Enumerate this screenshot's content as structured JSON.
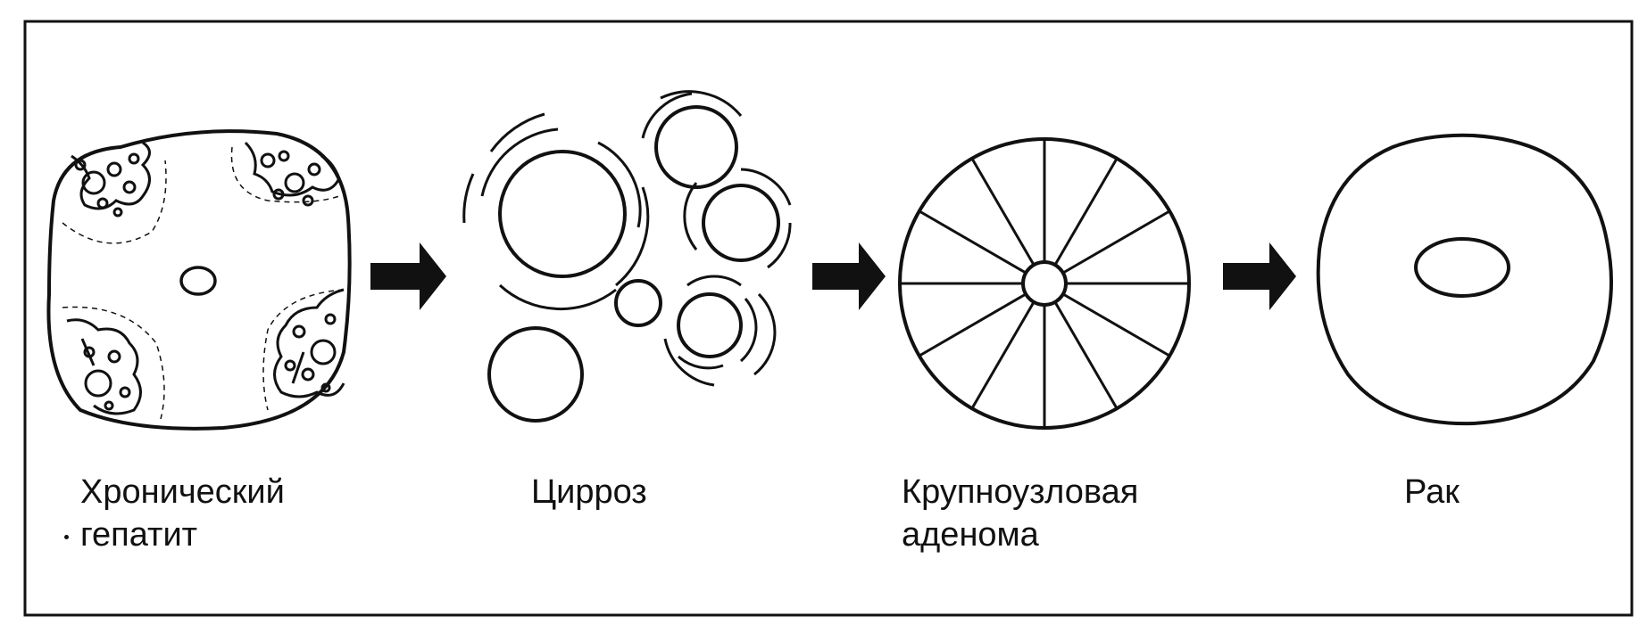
{
  "stages": [
    {
      "id": "hepatitis",
      "label": "Хронический\nгепатит"
    },
    {
      "id": "cirrhosis",
      "label": "Цирроз"
    },
    {
      "id": "adenoma",
      "label": "Крупноузловая\nаденома"
    },
    {
      "id": "cancer",
      "label": "Рак"
    }
  ],
  "colors": {
    "ink": "#111111",
    "background": "#ffffff"
  }
}
